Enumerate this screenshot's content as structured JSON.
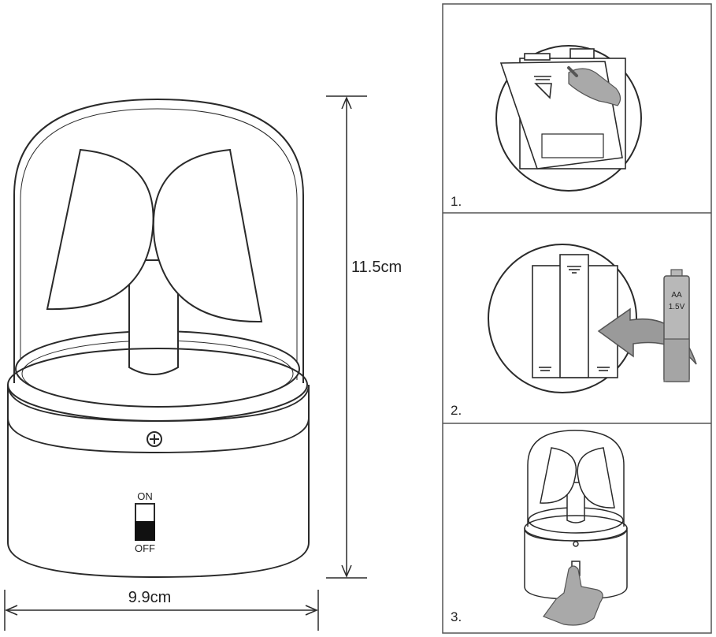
{
  "dimensions": {
    "height": "11.5cm",
    "width": "9.9cm"
  },
  "switch": {
    "on_label": "ON",
    "off_label": "OFF"
  },
  "battery": {
    "type_label": "AA",
    "voltage_label": "1.5V"
  },
  "steps": [
    {
      "number": "1."
    },
    {
      "number": "2."
    },
    {
      "number": "3."
    }
  ],
  "colors": {
    "line": "#2a2a2a",
    "arrow_gray": "#9a9a9a",
    "battery_gray": "#b8b8b8",
    "panel_border": "#555555"
  }
}
